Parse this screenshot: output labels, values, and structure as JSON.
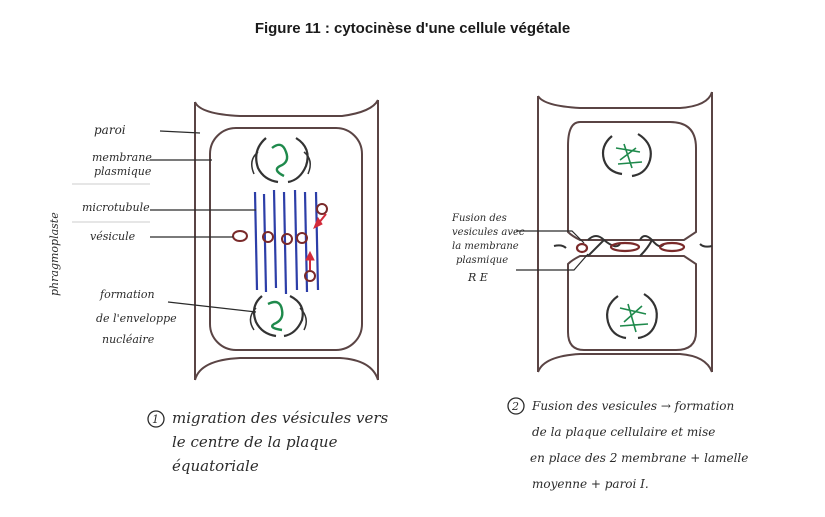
{
  "title": "Figure 11 : cytocinèse d'une cellule végétale",
  "left_figure": {
    "labels": {
      "paroi": "paroi",
      "membrane_1": "membrane",
      "membrane_2": "plasmique",
      "microtubule": "microtubule",
      "vesicule": "vésicule",
      "phragmoplaste": "phragmoplaste",
      "formation_1": "formation",
      "formation_2": "de l'enveloppe",
      "formation_3": "nucléaire"
    },
    "caption": {
      "number": "1",
      "line1": "migration des vésicules vers",
      "line2": "le centre de la plaque",
      "line3": "équatoriale"
    }
  },
  "right_figure": {
    "labels": {
      "fusion_1": "Fusion des",
      "fusion_2": "vesicules avec",
      "fusion_3": "la membrane",
      "fusion_4": "plasmique",
      "re": "R E"
    },
    "caption": {
      "number": "2",
      "line1": "Fusion des vesicules → formation",
      "line2": "de la plaque cellulaire et mise",
      "line3": "en place des 2 membrane + lamelle",
      "line4": "moyenne + paroi I."
    }
  },
  "colors": {
    "cell_wall": "#5a4444",
    "microtubule": "#2c3ea8",
    "vesicle": "#7a2a2a",
    "chromatin": "#1f8a4c",
    "arrow": "#d22b3b",
    "ink": "#2b2b2b"
  }
}
